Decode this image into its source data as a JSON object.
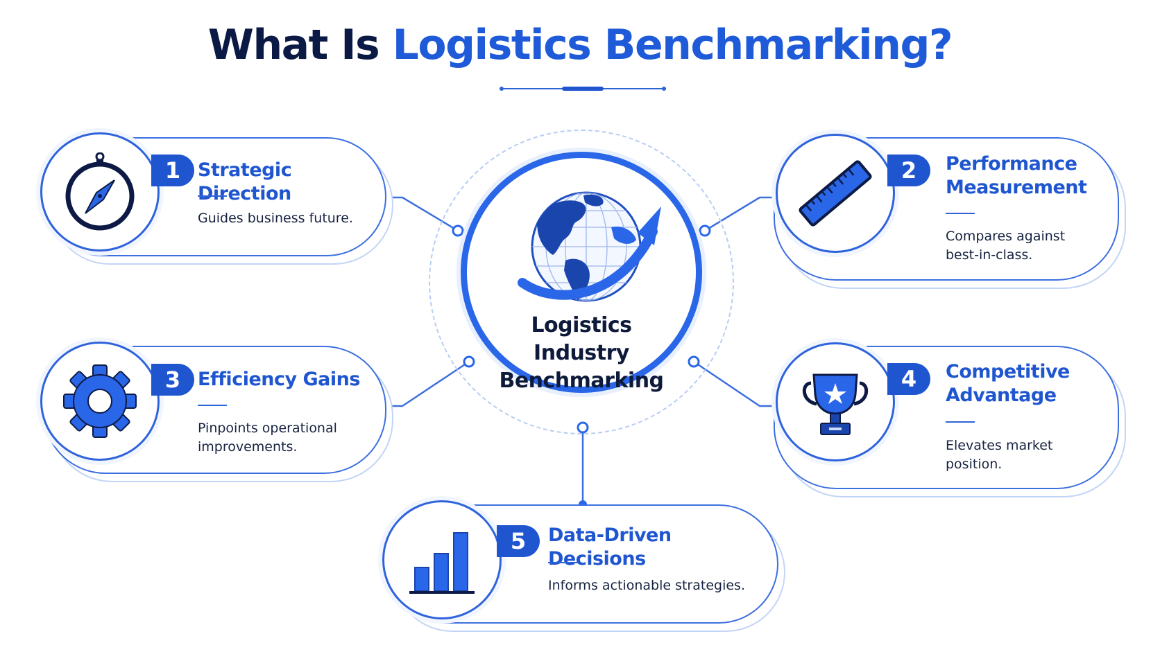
{
  "title": {
    "part1": "What Is ",
    "part2": "Logistics Benchmarking?"
  },
  "hub": {
    "label": "Logistics Industry Benchmarking",
    "icon": "globe-with-arrow-icon"
  },
  "colors": {
    "primary": "#1f56d0",
    "accent": "#2a66e8",
    "dark": "#0b1a45",
    "line": "#3c6fe0"
  },
  "items": [
    {
      "number": "1",
      "title": "Strategic Direction",
      "description": "Guides business future.",
      "icon": "compass-icon"
    },
    {
      "number": "2",
      "title": "Performance Measurement",
      "description": "Compares against best-in-class.",
      "icon": "ruler-icon"
    },
    {
      "number": "3",
      "title": "Efficiency Gains",
      "description": "Pinpoints operational improvements.",
      "icon": "gear-icon"
    },
    {
      "number": "4",
      "title": "Competitive Advantage",
      "description": "Elevates market position.",
      "icon": "trophy-icon"
    },
    {
      "number": "5",
      "title": "Data-Driven Decisions",
      "description": "Informs actionable strategies.",
      "icon": "bar-chart-icon"
    }
  ]
}
